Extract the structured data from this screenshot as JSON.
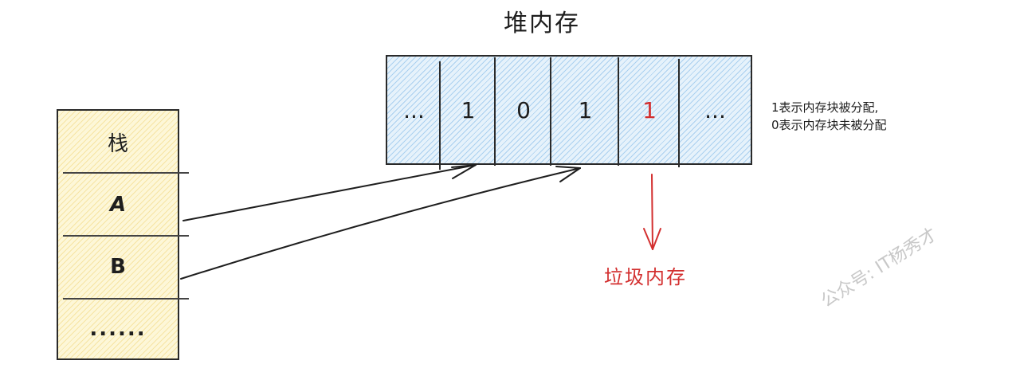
{
  "heap": {
    "title": "堆内存",
    "cells": [
      {
        "label": "...",
        "color": "#1e1e1e"
      },
      {
        "label": "1",
        "color": "#1e1e1e"
      },
      {
        "label": "0",
        "color": "#1e1e1e"
      },
      {
        "label": "1",
        "color": "#1e1e1e"
      },
      {
        "label": "1",
        "color": "#d32f2f"
      },
      {
        "label": "...",
        "color": "#1e1e1e"
      }
    ],
    "fill_color": "#e6f2fb"
  },
  "legend_note": {
    "line1": "1表示内存块被分配,",
    "line2": "0表示内存块未被分配"
  },
  "stack": {
    "rows": [
      "栈",
      "A",
      "B",
      "......"
    ],
    "fill_color": "#fdf7d8"
  },
  "garbage": {
    "label": "垃圾内存",
    "color": "#d32f2f"
  },
  "watermark": "公众号: IT杨秀才"
}
